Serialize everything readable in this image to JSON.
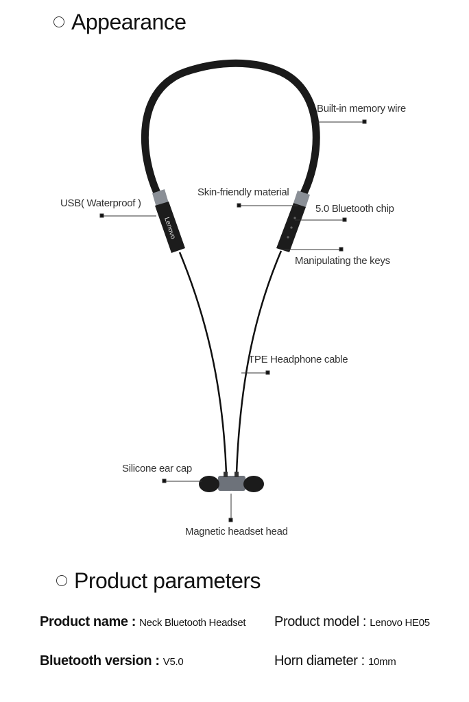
{
  "sections": {
    "appearance": "Appearance",
    "parameters": "Product parameters"
  },
  "product": {
    "brand_print": "Lenovo",
    "callouts": {
      "memory_wire": "Built-in memory wire",
      "usb": "USB( Waterproof )",
      "skin": "Skin-friendly material",
      "chip": "5.0 Bluetooth chip",
      "keys": "Manipulating the keys",
      "cable": "TPE Headphone cable",
      "ear_cap": "Silicone ear cap",
      "magnetic": "Magnetic headset head"
    }
  },
  "params": [
    {
      "key": "Product name : ",
      "value": "Neck Bluetooth Headset"
    },
    {
      "key": "Product model : ",
      "value": "Lenovo HE05"
    },
    {
      "key": "Bluetooth version : ",
      "value": "V5.0"
    },
    {
      "key": "Horn diameter : ",
      "value": "10mm"
    }
  ],
  "colors": {
    "band": "#1a1a1a",
    "metal": "#8a8f96",
    "text": "#333333"
  }
}
